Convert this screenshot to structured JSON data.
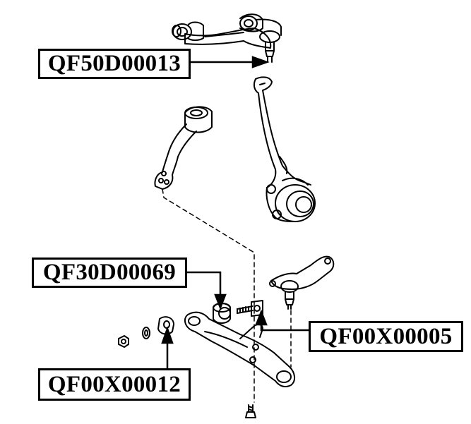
{
  "labels": {
    "upper_arm": "QF50D00013",
    "bushing": "QF30D00069",
    "camber_bolt": "QF00X00005",
    "lower_nut": "QF00X00012"
  }
}
